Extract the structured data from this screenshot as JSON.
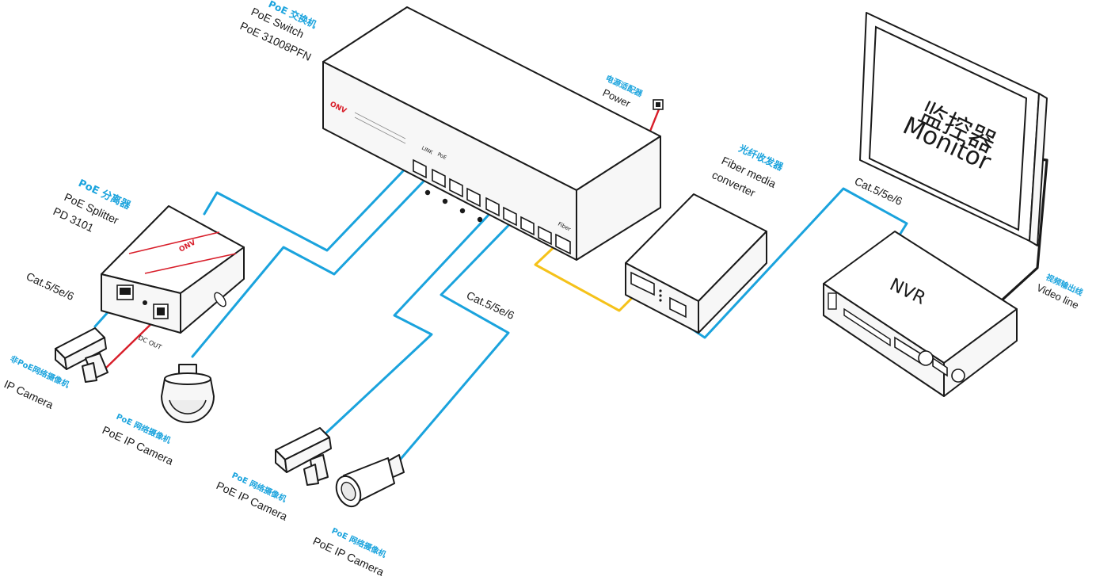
{
  "switch": {
    "label_cn": "PoE 交换机",
    "label_en": "PoE Switch",
    "model": "PoE 31008PFN",
    "brand": "ONV",
    "port_link": "LINK",
    "port_poe": "PoE",
    "fiber_label": "Fiber"
  },
  "power": {
    "label_cn": "电源适配器",
    "label_en": "Power"
  },
  "splitter": {
    "label_cn": "PoE 分离器",
    "label_en": "PoE Splitter",
    "model": "PD 3101",
    "brand": "ONV",
    "dc_out": "DC OUT"
  },
  "fiber_converter": {
    "label_cn": "光纤收发器",
    "label_en_1": "Fiber media",
    "label_en_2": "converter"
  },
  "monitor": {
    "label_cn": "监控器",
    "label_en": "Monitor"
  },
  "nvr": {
    "label": "NVR"
  },
  "video_line": {
    "label_cn": "视频输出线",
    "label_en": "Video line"
  },
  "cables": {
    "cat_left": "Cat.5/5e/6",
    "cat_middle": "Cat.5/5e/6",
    "cat_right": "Cat.5/5e/6"
  },
  "cameras": {
    "non_poe_cn": "非PoE网络摄像机",
    "non_poe_en": "IP Camera",
    "dome_cn": "PoE 网络摄像机",
    "dome_en": "PoE IP Camera",
    "box_cn": "PoE 网络摄像机",
    "box_en": "PoE IP Camera",
    "bullet_cn": "PoE 网络摄像机",
    "bullet_en": "PoE IP Camera"
  },
  "colors": {
    "ethernet": "#1aa3dd",
    "fiber": "#f5c21a",
    "dc_power": "#d81e2a",
    "video": "#1a1a1a",
    "accent_text": "#1aa3dd"
  }
}
